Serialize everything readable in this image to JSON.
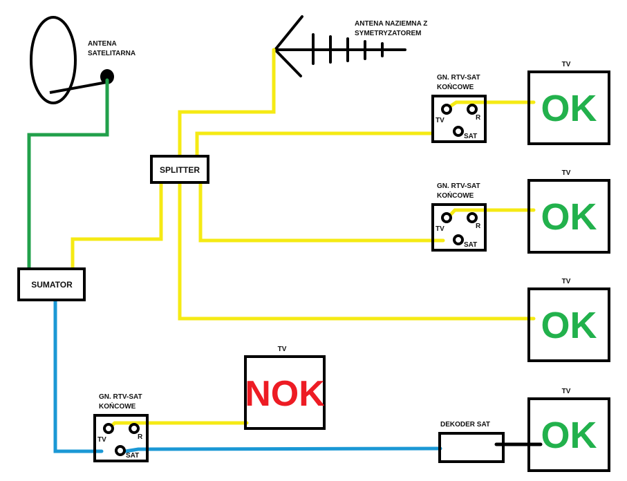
{
  "colors": {
    "yellow_cable": "#f5ea14",
    "green_cable": "#22a04b",
    "blue_cable": "#1b98d5",
    "ok": "#22b14c",
    "nok": "#ed1c24",
    "outline": "#000000"
  },
  "antennas": {
    "satellite": {
      "label_line1": "ANTENA",
      "label_line2": "SATELITARNA"
    },
    "terrestrial": {
      "label_line1": "ANTENA NAZIEMNA Z",
      "label_line2": "SYMETRYZATOREM"
    }
  },
  "devices": {
    "splitter": {
      "label": "SPLITTER"
    },
    "sumator": {
      "label": "SUMATOR"
    },
    "decoder": {
      "label": "DEKODER SAT"
    }
  },
  "sockets": [
    {
      "title_line1": "GN. RTV-SAT",
      "title_line2": "KOŃCOWE",
      "port_tv": "TV",
      "port_r": "R",
      "port_sat": "SAT"
    },
    {
      "title_line1": "GN. RTV-SAT",
      "title_line2": "KOŃCOWE",
      "port_tv": "TV",
      "port_r": "R",
      "port_sat": "SAT"
    },
    {
      "title_line1": "GN. RTV-SAT",
      "title_line2": "KOŃCOWE",
      "port_tv": "TV",
      "port_r": "R",
      "port_sat": "SAT"
    }
  ],
  "tvs": [
    {
      "label": "TV",
      "status": "OK"
    },
    {
      "label": "TV",
      "status": "OK"
    },
    {
      "label": "TV",
      "status": "OK"
    },
    {
      "label": "TV",
      "status": "NOK"
    },
    {
      "label": "TV",
      "status": "OK"
    }
  ]
}
